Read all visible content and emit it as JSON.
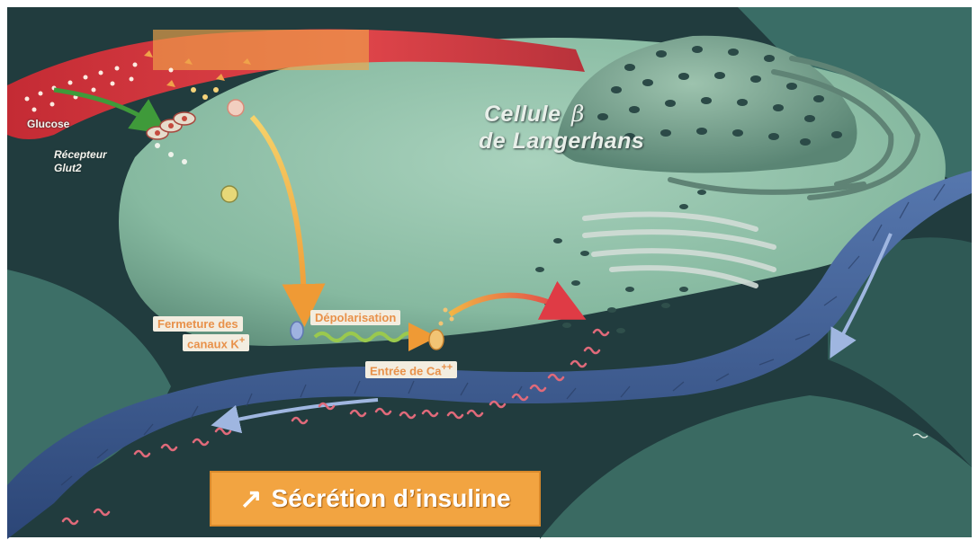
{
  "labels": {
    "glucose": "Glucose",
    "receptor_line1": "Récepteur",
    "receptor_line2": "Glut2",
    "cell_title_line1": "Cellule",
    "cell_title_beta": "β",
    "cell_title_line2": "de Langerhans",
    "k_channels_line1": "Fermeture des",
    "k_channels_line2": "canaux K",
    "k_sup": "+",
    "depolarisation": "Dépolarisation",
    "calcium": "Entrée de Ca",
    "calcium_sup": "++",
    "secretion": "Sécrétion d’insuline",
    "secretion_icon": "up-right-arrow-icon"
  },
  "colors": {
    "cell_body": "#8fbfa8",
    "background_dark": "#1d3b3c",
    "blood_vessel_red": "#d83a3a",
    "blood_vessel_blue": "#3f5f9a",
    "pathway_orange": "#f0a33a",
    "insulin_pink": "#e06a7a",
    "label_orange": "#e8914a",
    "secretion_box": "#f2a441"
  }
}
